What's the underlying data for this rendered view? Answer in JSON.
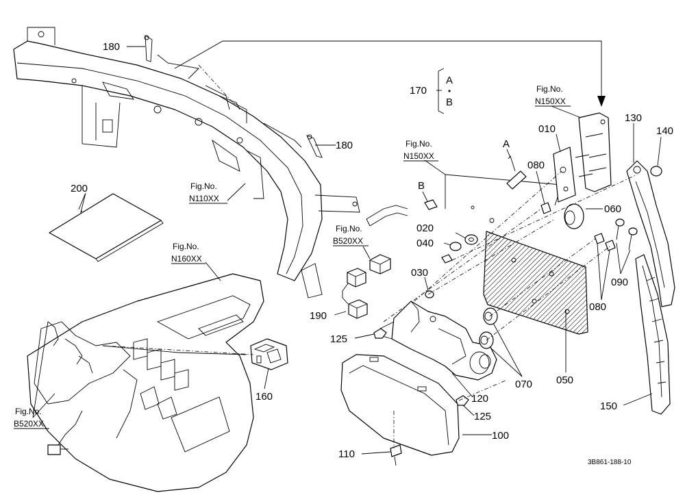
{
  "callouts": {
    "p180a": "180",
    "p180b": "180",
    "p200": "200",
    "p170": "170",
    "p170_a": "A",
    "p170_dot": "•",
    "p170_b": "B",
    "p010": "010",
    "p130": "130",
    "p140": "140",
    "p080a": "080",
    "marker_a": "A",
    "marker_b": "B",
    "p060": "060",
    "p020": "020",
    "p040": "040",
    "p030": "030",
    "p090": "090",
    "p080b": "080",
    "p190": "190",
    "p125a": "125",
    "p125b": "125",
    "p050": "050",
    "p070": "070",
    "p120": "120",
    "p160": "160",
    "p150": "150",
    "p100": "100",
    "p110": "110"
  },
  "fig_refs": {
    "n150_top": {
      "fig": "Fig.No.",
      "code": "N150XX"
    },
    "n150_mid": {
      "fig": "Fig.No.",
      "code": "N150XX"
    },
    "n110": {
      "fig": "Fig.No.",
      "code": "N110XX"
    },
    "b520_mid": {
      "fig": "Fig.No.",
      "code": "B520XX"
    },
    "n160": {
      "fig": "Fig.No.",
      "code": "N160XX"
    },
    "b520_left": {
      "fig": "Fig.No.",
      "code": "B520XX"
    }
  },
  "drawing_code": "3B861-188-10"
}
